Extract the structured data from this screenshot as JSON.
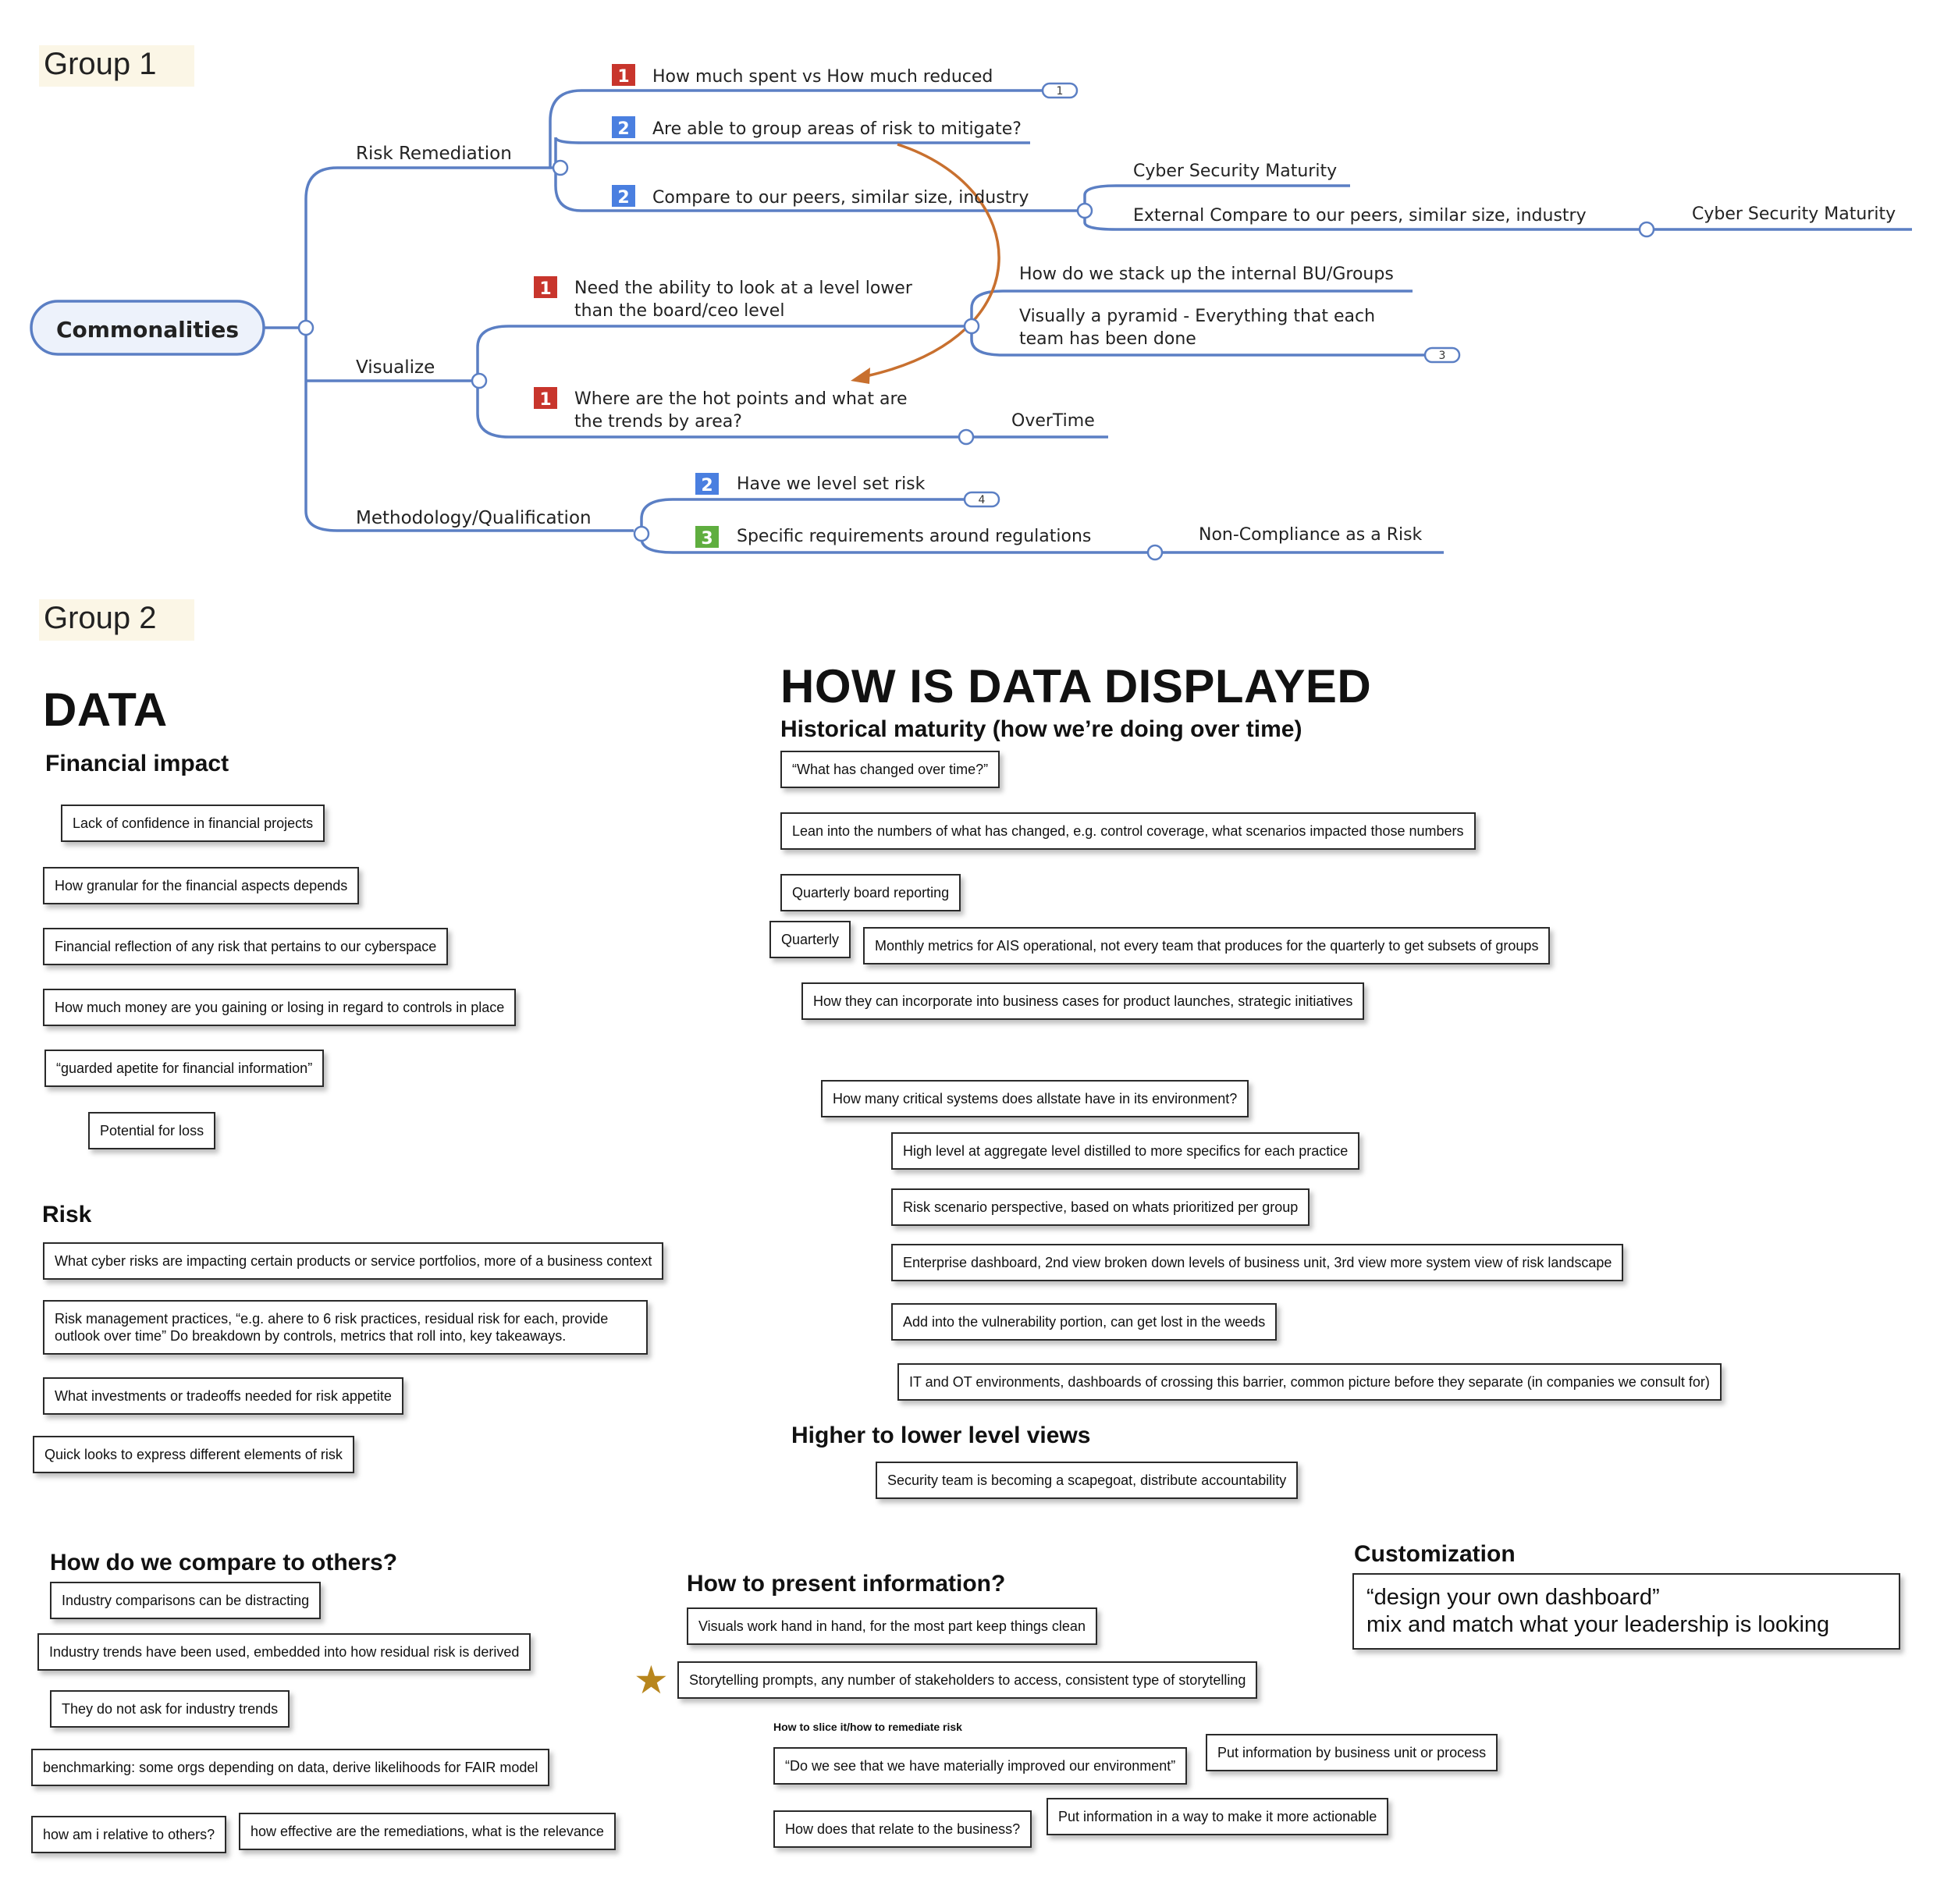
{
  "groups": {
    "group1": "Group 1",
    "group2": "Group 2"
  },
  "mindmap": {
    "root": "Commonalities",
    "branches": {
      "risk_remediation": {
        "label": "Risk Remediation",
        "items": [
          {
            "num": "1",
            "text": "How much spent vs How much reduced",
            "count": "1"
          },
          {
            "num": "2",
            "text": "Are able to group areas of risk to mitigate?"
          },
          {
            "num": "2",
            "text": "Compare to our peers, similar size, industry",
            "children": [
              "Cyber Security Maturity",
              "External Compare to our peers, similar size, industry"
            ],
            "grandchild": "Cyber Security Maturity"
          }
        ]
      },
      "visualize": {
        "label": "Visualize",
        "items": [
          {
            "num": "1",
            "line1": "Need the ability to look at a level lower",
            "line2": "than the board/ceo level",
            "children": [
              "How do we stack up the internal BU/Groups"
            ],
            "child2_line1": "Visually a pyramid - Everything that each",
            "child2_line2": "team has been done",
            "count": "3"
          },
          {
            "num": "1",
            "line1": "Where are the hot points and what are",
            "line2": "the trends by area?",
            "child": "OverTime"
          }
        ]
      },
      "methodology": {
        "label": "Methodology/Qualification",
        "items": [
          {
            "num": "2",
            "text": "Have we level set risk",
            "count": "4"
          },
          {
            "num": "3",
            "text": "Specific requirements around regulations",
            "child": "Non-Compliance as a Risk"
          }
        ]
      }
    },
    "colors": {
      "line": "#5b7fc4",
      "num1": "#c8352c",
      "num2": "#4a7fe0",
      "num3": "#5fae3f",
      "arrow": "#c8702f"
    }
  },
  "data_section": {
    "title": "DATA",
    "financial": {
      "title": "Financial impact",
      "notes": [
        "Lack of confidence in financial projects",
        "How granular for the financial aspects depends",
        "Financial reflection of any risk that pertains to our cyberspace",
        "How much money are you gaining or losing in regard to controls in place",
        "“guarded apetite for financial information”",
        "Potential for loss"
      ]
    },
    "risk": {
      "title": "Risk",
      "notes": [
        "What cyber risks are impacting certain products or service portfolios, more of a business context",
        "Risk management practices, “e.g. ahere to 6 risk practices, residual risk for each, provide outlook over time” Do breakdown by controls, metrics that roll into, key takeaways.",
        "What investments or tradeoffs needed for risk appetite",
        "Quick looks to express different elements of risk"
      ]
    },
    "compare": {
      "title": "How do we compare to others?",
      "notes": [
        "Industry comparisons can be distracting",
        "Industry trends have been used, embedded into how residual risk is derived",
        "They do not ask for industry trends",
        "benchmarking: some orgs depending on data, derive likelihoods for FAIR model",
        "how am i relative to others?",
        "how effective are the remediations, what is the relevance"
      ]
    }
  },
  "display_section": {
    "title": "HOW IS DATA DISPLAYED",
    "historical": {
      "title": "Historical maturity (how we’re doing over time)",
      "notes": [
        "“What has changed over time?”",
        "Lean into the numbers of what has changed, e.g. control coverage, what scenarios impacted those numbers",
        "Quarterly board reporting",
        "Quarterly",
        "Monthly metrics for AIS operational, not every team that produces for the quarterly to get subsets of groups",
        "How they can incorporate into business cases for product launches, strategic initiatives",
        "How many critical systems does allstate have in its environment?",
        "High level at aggregate level distilled to more specifics for each practice",
        "Risk scenario perspective, based on whats prioritized per group",
        "Enterprise dashboard, 2nd view broken down levels of business unit, 3rd view more system view of risk landscape",
        "Add into the vulnerability portion, can get lost in the weeds",
        "IT and OT environments, dashboards of crossing this barrier, common picture before they separate (in companies we consult for)"
      ]
    },
    "higher_lower": {
      "title": "Higher to lower level views",
      "notes": [
        "Security team is becoming a scapegoat, distribute accountability"
      ]
    },
    "present": {
      "title": "How to present information?",
      "notes": [
        "Visuals work hand in hand, for the most part keep things clean",
        "Storytelling prompts, any number of stakeholders to access, consistent type of storytelling"
      ],
      "slice_title": "How to slice it/how to remediate risk",
      "slice_notes": [
        "“Do we see that we have materially improved our environment”",
        "Put information by business unit or process",
        "How does that relate to the business?",
        "Put information in a way to make it more actionable"
      ]
    },
    "customization": {
      "title": "Customization",
      "line1": "“design your own dashboard”",
      "line2": "mix and match what your leadership is looking"
    }
  },
  "icons": {
    "star": "star-icon"
  },
  "star_glyph": "★"
}
